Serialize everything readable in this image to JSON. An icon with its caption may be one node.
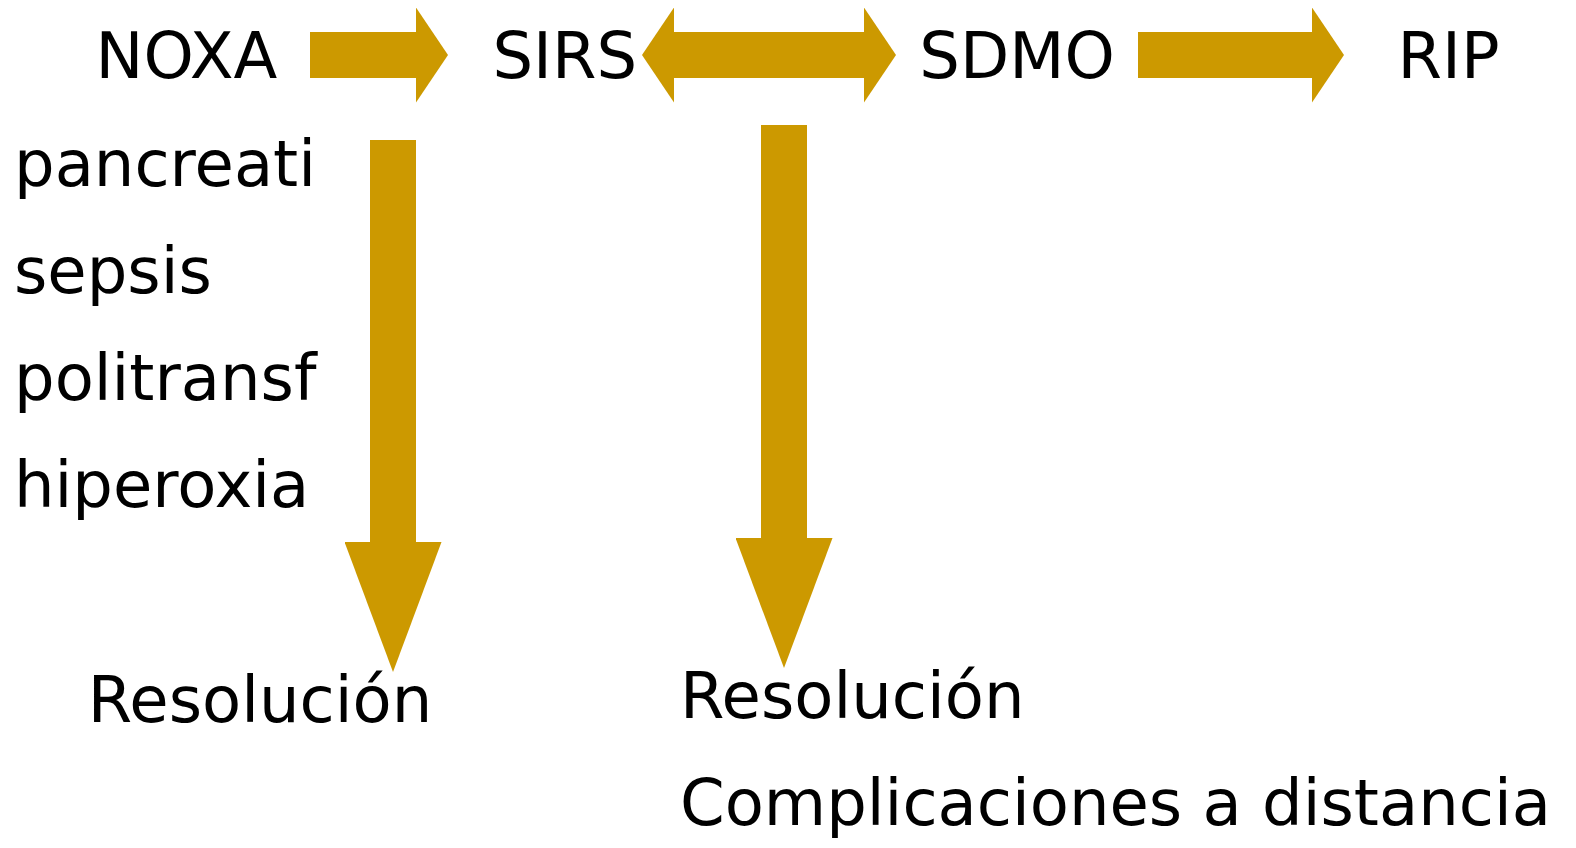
{
  "diagram": {
    "nodes": [
      {
        "text": [
          "NOXA"
        ]
      },
      {
        "text": [
          "SIRS"
        ]
      },
      {
        "text": [
          "SDMO"
        ]
      },
      {
        "text": [
          "RIP"
        ]
      },
      {
        "text": [
          "Resolución"
        ]
      },
      {
        "text": [
          "Resolución",
          "Complicaciones a distancia"
        ]
      }
    ],
    "edges": [
      {
        "from": 0,
        "to": 1,
        "arrow": "to"
      },
      {
        "from": 1,
        "to": 2,
        "arrow": "both"
      },
      {
        "from": 2,
        "to": 3,
        "arrow": "to"
      },
      {
        "from": null,
        "to": 4,
        "arrow": "to"
      },
      {
        "from": null,
        "to": 5,
        "arrow": "to"
      }
    ],
    "labels": [
      "pancreati",
      "sepsis",
      "politransf",
      "hiperoxia"
    ]
  }
}
